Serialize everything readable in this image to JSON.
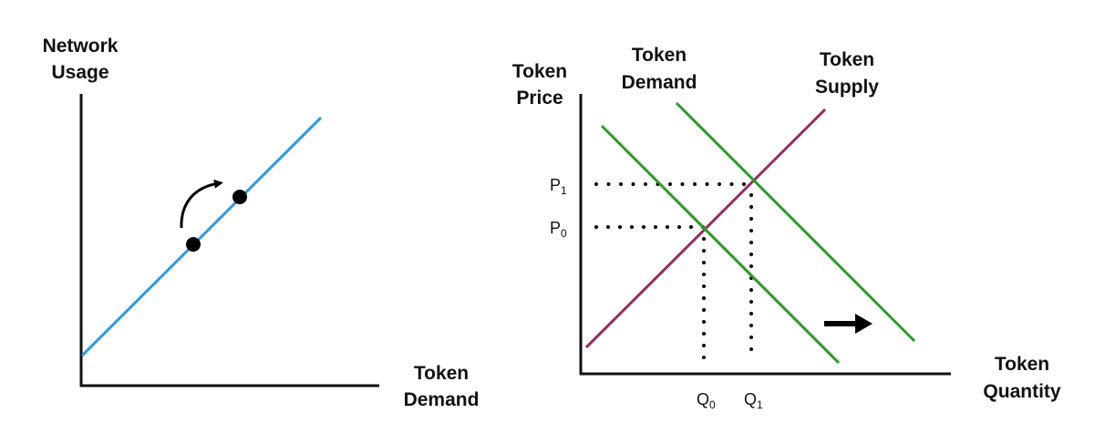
{
  "left_diagram": {
    "y_label": [
      "Network",
      "Usage"
    ],
    "x_label": [
      "Token",
      "Demand"
    ]
  },
  "right_diagram": {
    "y_label": [
      "Token",
      "Price"
    ],
    "x_label": [
      "Token",
      "Quantity"
    ],
    "demand_label": [
      "Token",
      "Demand"
    ],
    "supply_label": [
      "Token",
      "Supply"
    ],
    "price_ticks": [
      {
        "main": "P",
        "sub": "1"
      },
      {
        "main": "P",
        "sub": "0"
      }
    ],
    "quantity_ticks": [
      {
        "main": "Q",
        "sub": "0"
      },
      {
        "main": "Q",
        "sub": "1"
      }
    ]
  },
  "colors": {
    "axis": "#111111",
    "usage_line": "#2b9be6",
    "demand": "#2a9a2a",
    "supply": "#9c2a5e",
    "marker": "#000000"
  }
}
